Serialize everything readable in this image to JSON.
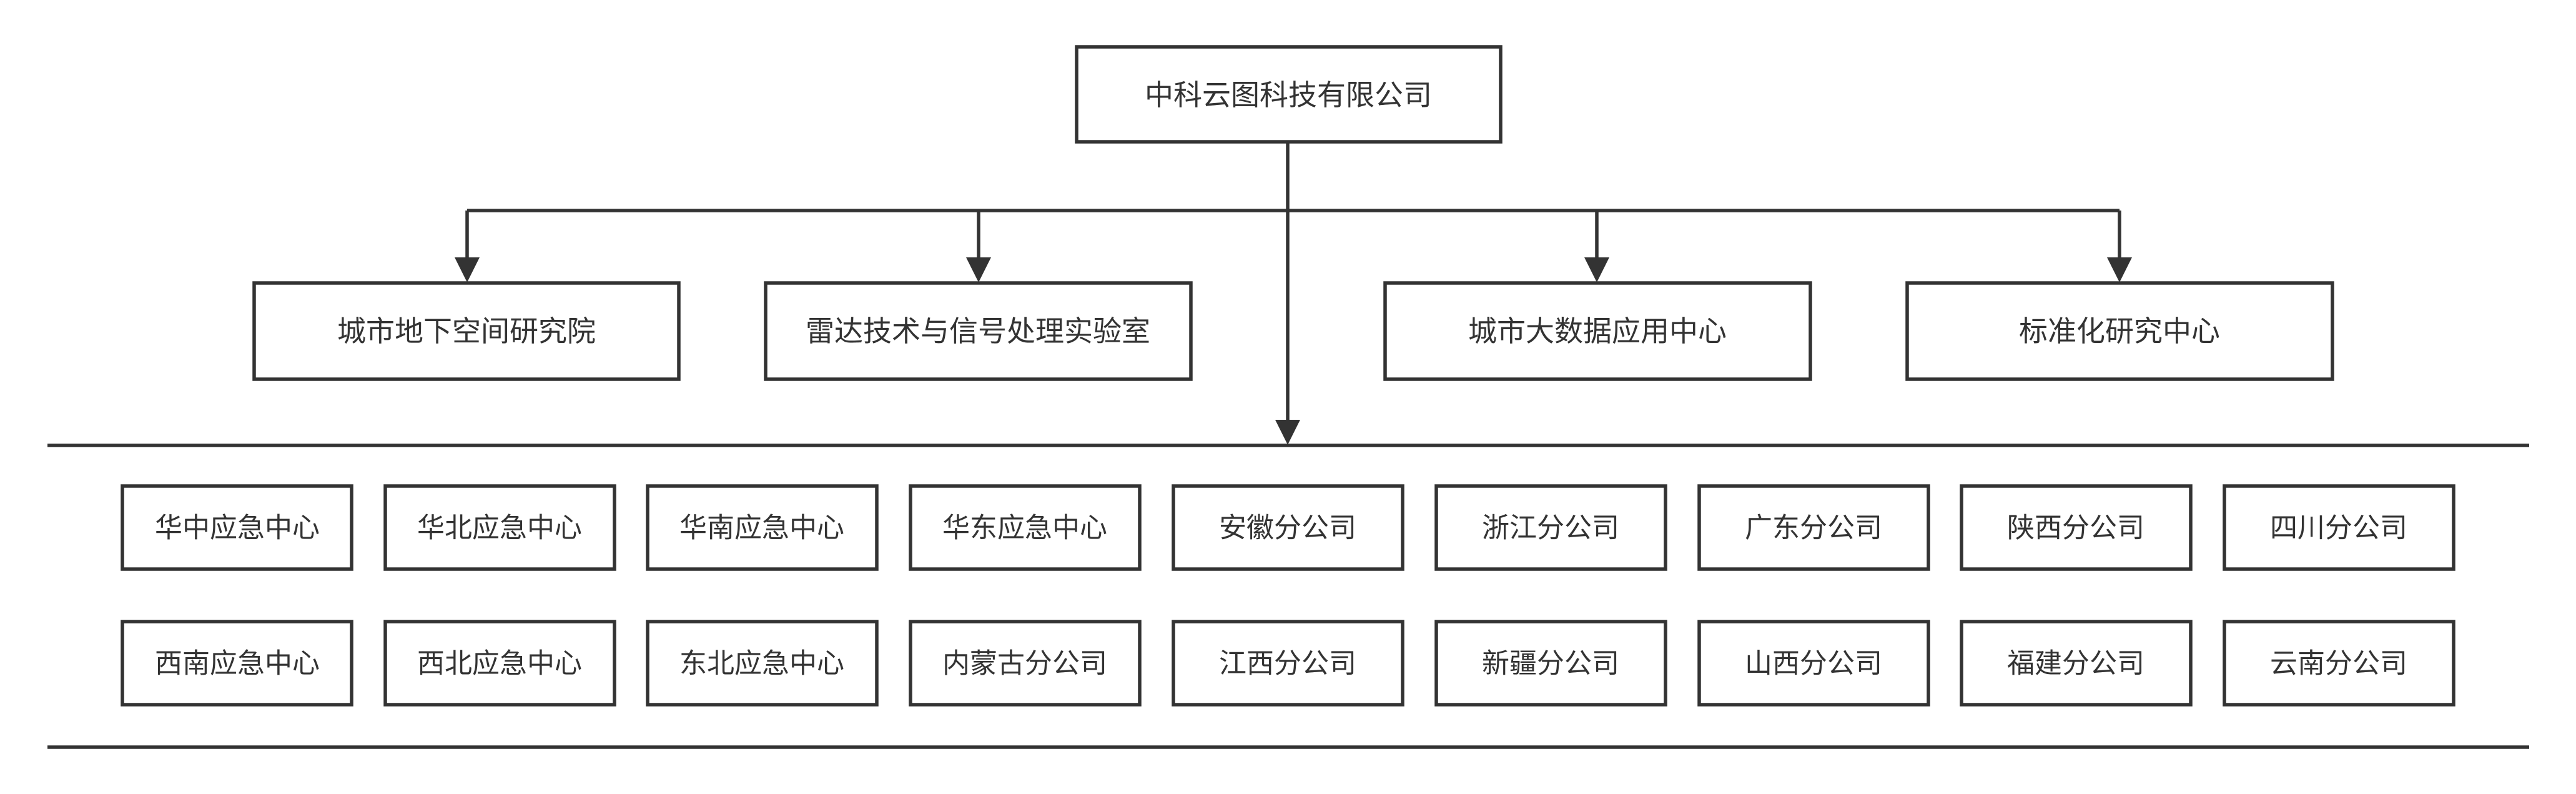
{
  "root": {
    "label": "中科云图科技有限公司"
  },
  "departments": [
    {
      "label": "城市地下空间研究院"
    },
    {
      "label": "雷达技术与信号处理实验室"
    },
    {
      "label": "城市大数据应用中心"
    },
    {
      "label": "标准化研究中心"
    }
  ],
  "branches": [
    {
      "label": "华中应急中心"
    },
    {
      "label": "华北应急中心"
    },
    {
      "label": "华南应急中心"
    },
    {
      "label": "华东应急中心"
    },
    {
      "label": "安徽分公司"
    },
    {
      "label": "浙江分公司"
    },
    {
      "label": "广东分公司"
    },
    {
      "label": "陕西分公司"
    },
    {
      "label": "四川分公司"
    },
    {
      "label": "西南应急中心"
    },
    {
      "label": "西北应急中心"
    },
    {
      "label": "东北应急中心"
    },
    {
      "label": "内蒙古分公司"
    },
    {
      "label": "江西分公司"
    },
    {
      "label": "新疆分公司"
    },
    {
      "label": "山西分公司"
    },
    {
      "label": "福建分公司"
    },
    {
      "label": "云南分公司"
    }
  ]
}
